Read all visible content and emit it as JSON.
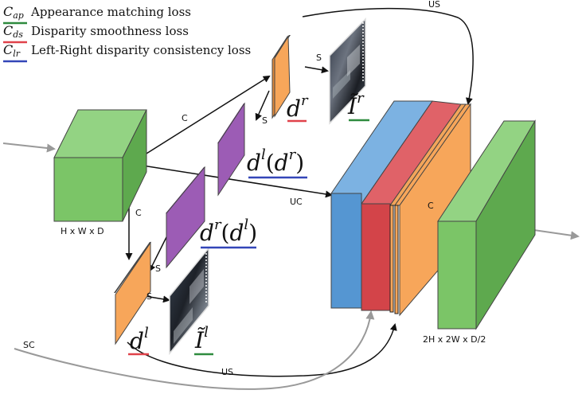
{
  "legend": [
    {
      "symbol": "C",
      "sub": "ap",
      "text": "Appearance matching loss",
      "color": "#2e8b3e"
    },
    {
      "symbol": "C",
      "sub": "ds",
      "text": "Disparity smoothness loss",
      "color": "#e0424a"
    },
    {
      "symbol": "C",
      "sub": "lr",
      "text": "Left-Right disparity consistency loss",
      "color": "#3346b8"
    }
  ],
  "labels": {
    "us_top": "US",
    "us_bottom": "US",
    "sc": "SC",
    "uc": "UC",
    "c_top": "C",
    "c_left": "C",
    "c_right": "C",
    "s1": "S",
    "s2": "S",
    "s3": "S",
    "s4": "S",
    "input_dim": "H x W x D",
    "output_dim": "2H x 2W x D/2"
  },
  "math": {
    "dr": {
      "base": "d",
      "sup": "r"
    },
    "dl": {
      "base": "d",
      "sup": "l"
    },
    "ir": {
      "base": "Ĩ",
      "sup": "r"
    },
    "il": {
      "base": "Ĩ",
      "sup": "l"
    },
    "dl_dr": {
      "a": "d",
      "asup": "l",
      "b": "d",
      "bsup": "r"
    },
    "dr_dl": {
      "a": "d",
      "asup": "r",
      "b": "d",
      "bsup": "l"
    }
  },
  "colors": {
    "green": "#7bc567",
    "orange": "#f7a65a",
    "purple": "#9c5cb5",
    "blue": "#5596d2",
    "red": "#d34449",
    "ap_line": "#2e8b3e",
    "ds_line": "#e0424a",
    "lr_line": "#3346b8"
  }
}
